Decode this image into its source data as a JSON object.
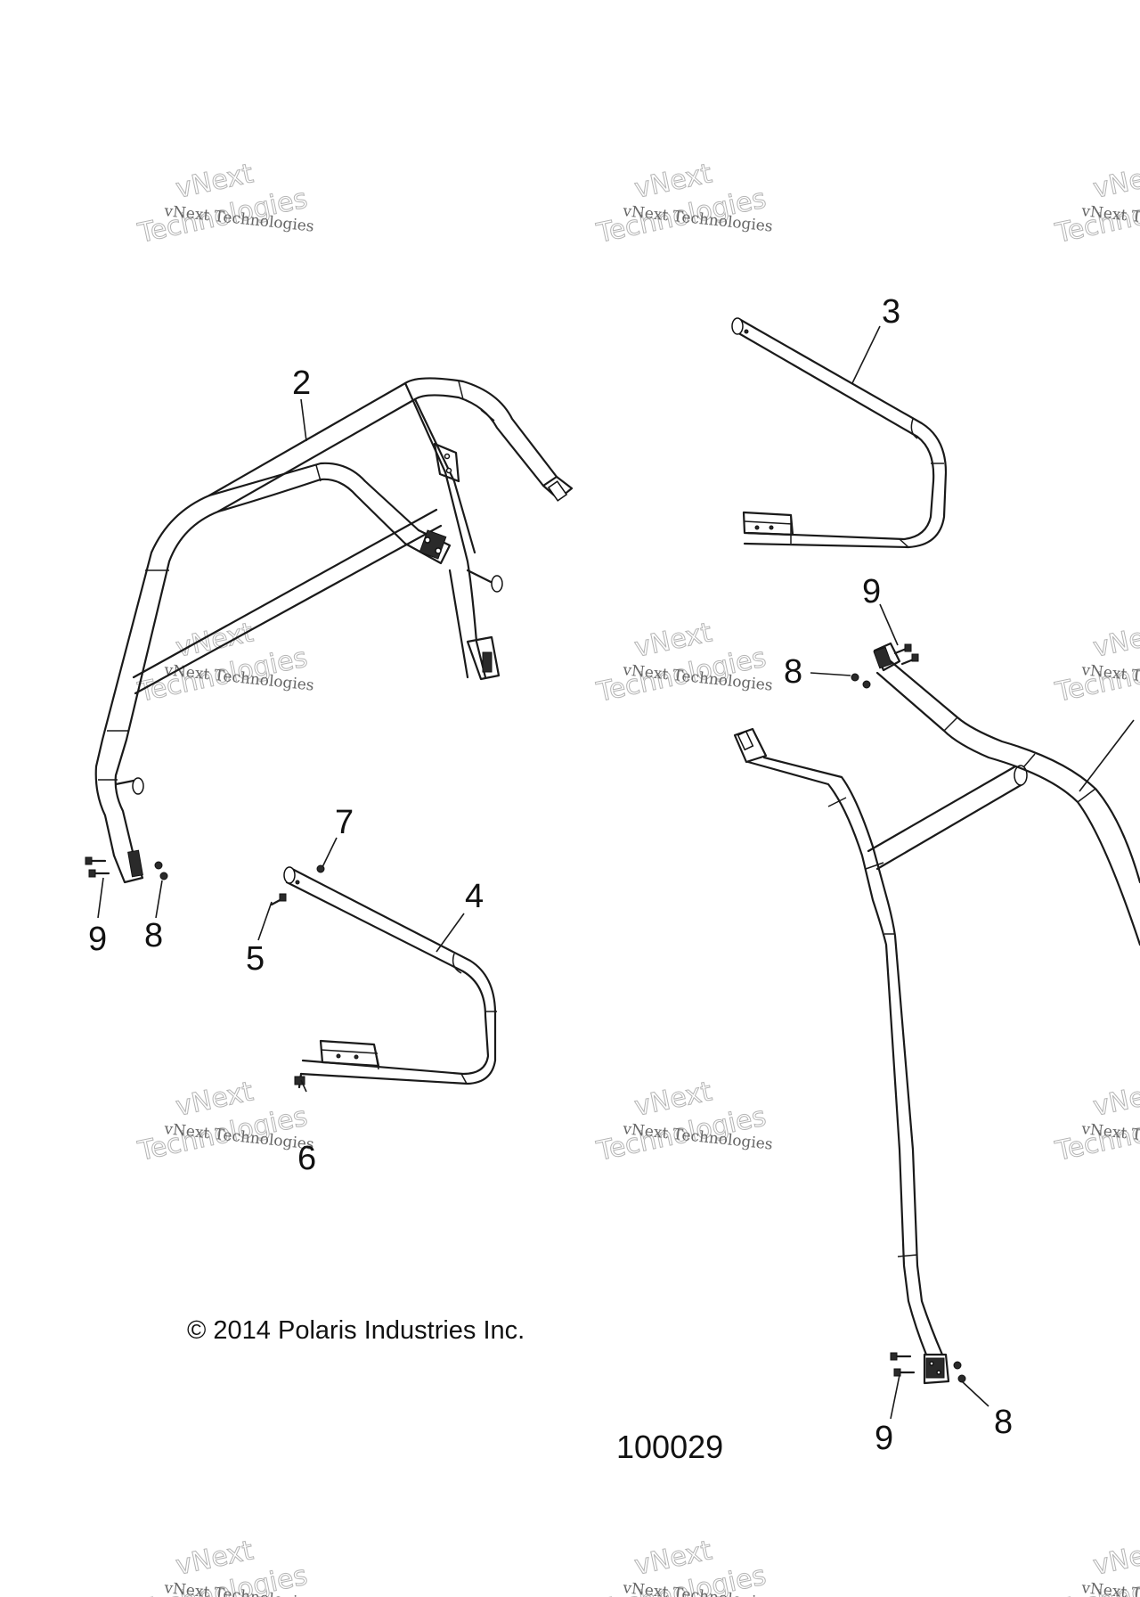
{
  "watermark": {
    "line1": "vNext Technologies",
    "line2": "vNext",
    "line3": "Technologies"
  },
  "callouts": {
    "c2": "2",
    "c3": "3",
    "c4": "4",
    "c5": "5",
    "c6": "6",
    "c7": "7",
    "c8a": "8",
    "c8b": "8",
    "c8c": "8",
    "c9a": "9",
    "c9b": "9",
    "c9c": "9"
  },
  "copyright": "© 2014 Polaris Industries Inc.",
  "part_number": "100029"
}
